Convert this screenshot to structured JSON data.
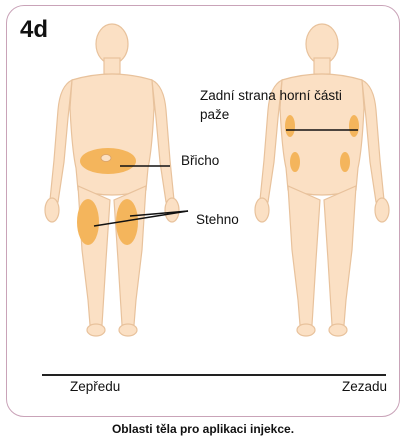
{
  "panel_label": "4d",
  "labels": {
    "back_upper_arm": "Zadní strana horní části paže",
    "abdomen": "Břicho",
    "thigh": "Stehno",
    "front": "Zepředu",
    "back": "Zezadu"
  },
  "caption": "Oblasti těla pro aplikaci injekce.",
  "colors": {
    "skin": "#fbe0c4",
    "skin_outline": "#e8c29c",
    "injection_area": "#f4b55c",
    "frame_border": "#c9a3b8"
  }
}
